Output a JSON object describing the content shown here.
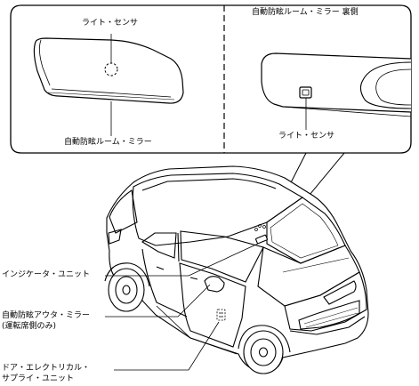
{
  "callout": {
    "left_top_label": "ライト・センサ",
    "left_bottom_label": "自動防眩ルーム・ミラー",
    "right_title": "自動防眩ルーム・ミラー 裏側",
    "right_bottom_label": "ライト・センサ"
  },
  "car_labels": {
    "indicator_unit": "インジケータ・ユニット",
    "outer_mirror_line1": "自動防眩アウタ・ミラー",
    "outer_mirror_line2": "(運転席側のみ)",
    "door_supply_line1": "ドア・エレクトリカル・",
    "door_supply_line2": "サプライ・ユニット"
  }
}
